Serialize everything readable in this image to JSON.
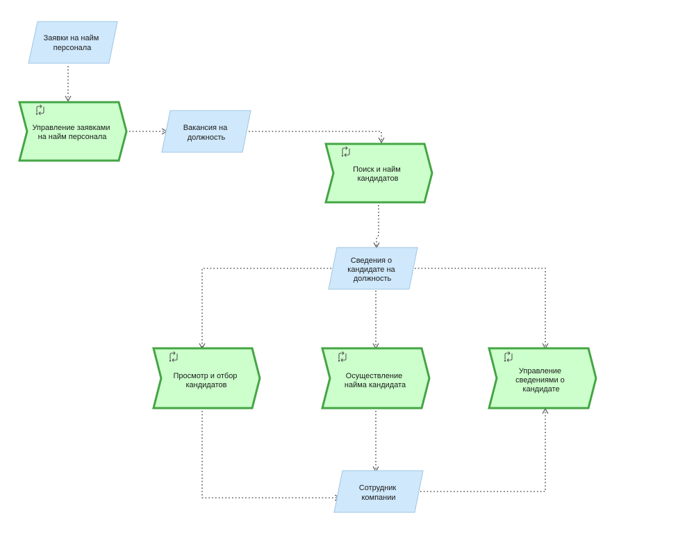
{
  "nodes": {
    "hiring_requests": {
      "lines": [
        "Заявки на найм",
        "персонала"
      ]
    },
    "manage_requests": {
      "lines": [
        "Управление заявками",
        "на найм персонала"
      ],
      "icon": "process-cycle-icon"
    },
    "vacancy": {
      "lines": [
        "Вакансия на",
        "должность"
      ]
    },
    "search_hire": {
      "lines": [
        "Поиск и найм",
        "кандидатов"
      ],
      "icon": "process-cycle-icon"
    },
    "candidate_info": {
      "lines": [
        "Сведения о",
        "кандидате на",
        "должность"
      ]
    },
    "review_select": {
      "lines": [
        "Просмотр и отбор",
        "кандидатов"
      ],
      "icon": "process-cycle-icon"
    },
    "perform_hiring": {
      "lines": [
        "Осуществление",
        "найма кандидата"
      ],
      "icon": "process-cycle-icon"
    },
    "manage_info": {
      "lines": [
        "Управление",
        "сведениями о",
        "кандидате"
      ],
      "icon": "process-cycle-icon"
    },
    "employee": {
      "lines": [
        "Сотрудник",
        "компании"
      ]
    }
  },
  "colors": {
    "data_fill": "#cfe8fb",
    "data_stroke": "#9fc6e6",
    "process_fill": "#ccffcc",
    "process_stroke": "#44a544",
    "connector": "#555555"
  }
}
